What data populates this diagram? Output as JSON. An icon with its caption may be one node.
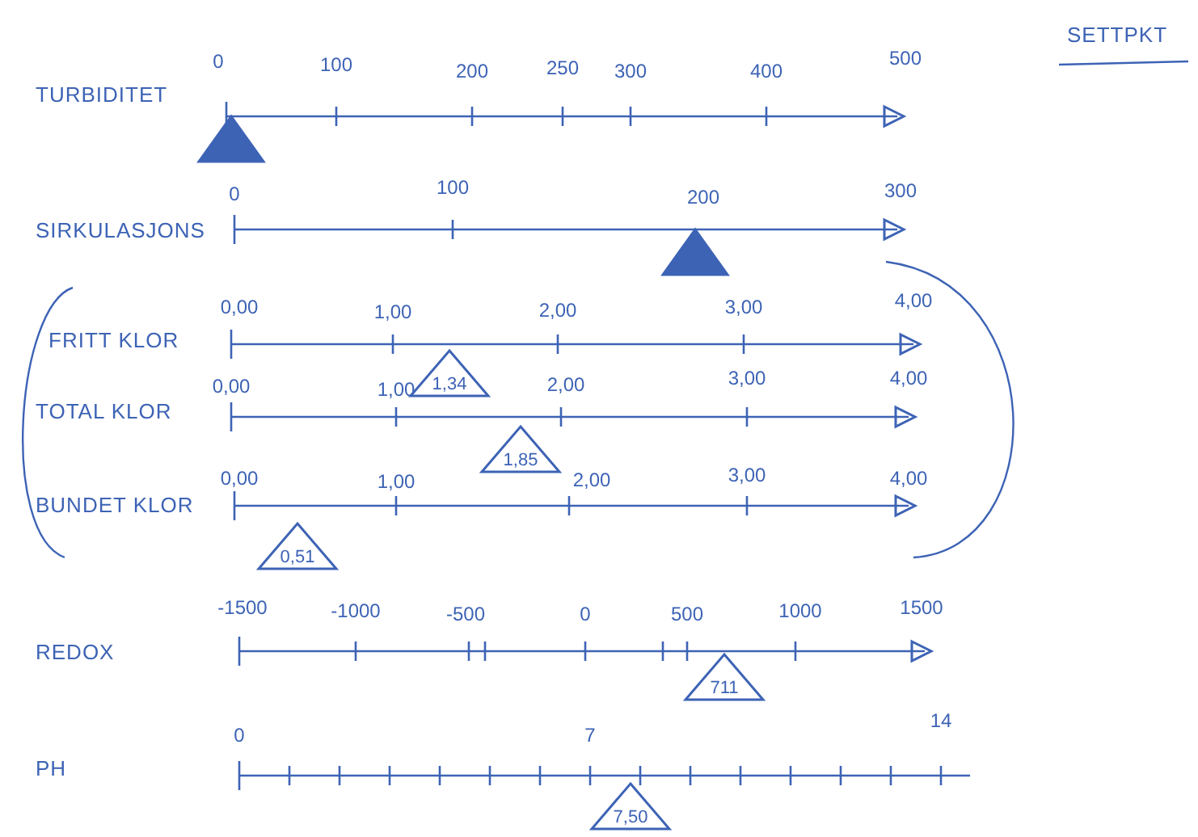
{
  "diagram": {
    "nodes": [
      {
        "text": [],
        "shape": "triangle"
      },
      {
        "text": [],
        "shape": "triangle"
      },
      {
        "text": [
          "1,34"
        ]
      },
      {
        "text": [
          "1,85"
        ]
      },
      {
        "text": [
          "0,51"
        ]
      },
      {
        "text": [
          "711"
        ]
      },
      {
        "text": [
          "7,50"
        ]
      }
    ],
    "labels": [
      "SETTPKT",
      "TURBIDITET",
      "0",
      "100",
      "200",
      "250",
      "300",
      "400",
      "500",
      "SIRKULASJONS",
      "0",
      "100",
      "200",
      "300",
      "FRITT KLOR",
      "0,00",
      "1,00",
      "2,00",
      "3,00",
      "4,00",
      "TOTAL KLOR",
      "0,00",
      "1,00",
      "2,00",
      "3,00",
      "4,00",
      "BUNDET KLOR",
      "0,00",
      "1,00",
      "2,00",
      "3,00",
      "4,00",
      "REDOX",
      "-1500",
      "-1000",
      "-500",
      "0",
      "500",
      "1000",
      "1500",
      "PH",
      "0",
      "7",
      "14"
    ]
  }
}
